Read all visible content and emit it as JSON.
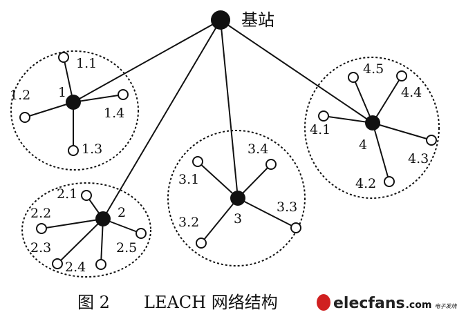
{
  "base_station": {
    "label": "基站"
  },
  "clusters": [
    {
      "head_label": "1",
      "members": [
        "1.1",
        "1.2",
        "1.4",
        "1.3"
      ]
    },
    {
      "head_label": "2",
      "members": [
        "2.1",
        "2.2",
        "2.5",
        "2.3",
        "2.4"
      ]
    },
    {
      "head_label": "3",
      "members": [
        "3.4",
        "3.1",
        "3.3",
        "3.2"
      ]
    },
    {
      "head_label": "4",
      "members": [
        "4.5",
        "4.4",
        "4.1",
        "4.3",
        "4.2"
      ]
    }
  ],
  "caption": {
    "fig": "图 2",
    "text": "LEACH 网络结构"
  },
  "watermark": {
    "brand": "elecfans",
    "domain": ".com",
    "tagline": "电子发烧友"
  }
}
